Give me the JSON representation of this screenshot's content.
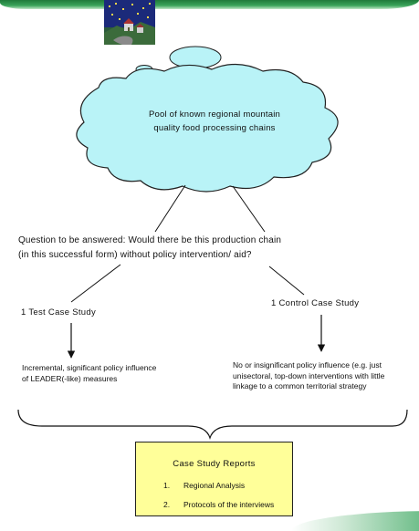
{
  "cloud": {
    "label_line1": "Pool of known regional mountain",
    "label_line2": "quality food processing chains"
  },
  "question": {
    "line1": "Question to be answered: Would there be this production chain",
    "line2": "(in this successful form) without policy intervention/ aid?"
  },
  "test_case": {
    "title": "1 Test Case Study",
    "description": "Incremental, significant policy influence of LEADER(-like) measures"
  },
  "control_case": {
    "title": "1 Control Case Study",
    "description": "No or insignificant policy influence (e.g. just unisectoral, top-down interventions with little linkage to a common territorial strategy"
  },
  "reports": {
    "title": "Case Study Reports",
    "items": [
      {
        "num": "1.",
        "label": "Regional Analysis"
      },
      {
        "num": "2.",
        "label": "Protocols of the interviews"
      }
    ]
  },
  "colors": {
    "cloud_fill": "#b9f3f7",
    "reports_fill": "#ffff99",
    "header_green": "#1f7a3a"
  }
}
